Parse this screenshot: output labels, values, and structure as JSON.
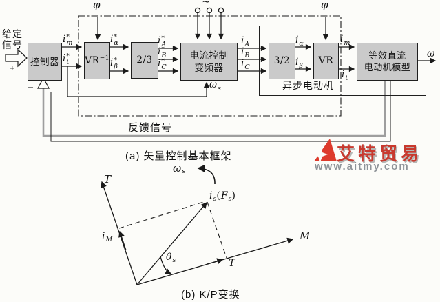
{
  "top": {
    "caption": "(a) 矢量控制基本框架",
    "given_signal": "给定\n信号",
    "plus": "+",
    "minus": "−",
    "feedback": "反馈信号",
    "ac_tilde": "~",
    "phi_left": "φ",
    "phi_right": "φ",
    "omega_out": "ω",
    "blocks": {
      "controller": "控制器",
      "vr_inv": {
        "b": "VR",
        "sp": "−1"
      },
      "two_three": "2/3",
      "inverter": "电流控制\n变频器",
      "motor_box": "异步电动机",
      "three_two": "3/2",
      "vr": "VR",
      "dc_model": "等效直流\n电动机模型"
    },
    "signals": {
      "i_m_ref": {
        "b": "i",
        "sp": "*",
        "sb": "m"
      },
      "i_t_ref": {
        "b": "i",
        "sp": "*",
        "sb": "t"
      },
      "i_alpha_ref": {
        "b": "i",
        "sp": "*",
        "sb": "α"
      },
      "i_beta_ref": {
        "b": "i",
        "sp": "*",
        "sb": "β"
      },
      "i_A_ref": {
        "b": "i",
        "sp": "*",
        "sb": "A"
      },
      "i_B_ref": {
        "b": "i",
        "sp": "*",
        "sb": "B"
      },
      "i_C_ref": {
        "b": "i",
        "sp": "*",
        "sb": "C"
      },
      "i_A": {
        "b": "i",
        "sp": "",
        "sb": "A"
      },
      "i_B": {
        "b": "i",
        "sp": "",
        "sb": "B"
      },
      "i_C": {
        "b": "i",
        "sp": "",
        "sb": "C"
      },
      "i_alpha": {
        "b": "i",
        "sp": "",
        "sb": "α"
      },
      "i_beta": {
        "b": "i",
        "sp": "",
        "sb": "β"
      },
      "i_m": {
        "b": "i",
        "sp": "",
        "sb": "m"
      },
      "i_t": {
        "b": "i",
        "sp": "",
        "sb": "t"
      },
      "omega_s": {
        "b": "ω",
        "sp": "",
        "sb": "s"
      }
    }
  },
  "vector": {
    "caption": "(b) K/P变换",
    "axis_t": "T",
    "axis_m": "M",
    "t_component": "T",
    "omega_s": {
      "b": "ω",
      "sp": "",
      "sb": "s"
    },
    "theta_s": {
      "b": "θ",
      "sp": "",
      "sb": "s"
    },
    "i_M": {
      "b": "i",
      "sp": "",
      "sb": "M"
    },
    "i_s": {
      "b": "i",
      "sb": "s",
      "open": "(",
      "F": "F",
      "Fsb": "s",
      "close": ")"
    }
  },
  "watermark": {
    "brand": "艾特贸易",
    "url": "www.aitmy.com"
  }
}
